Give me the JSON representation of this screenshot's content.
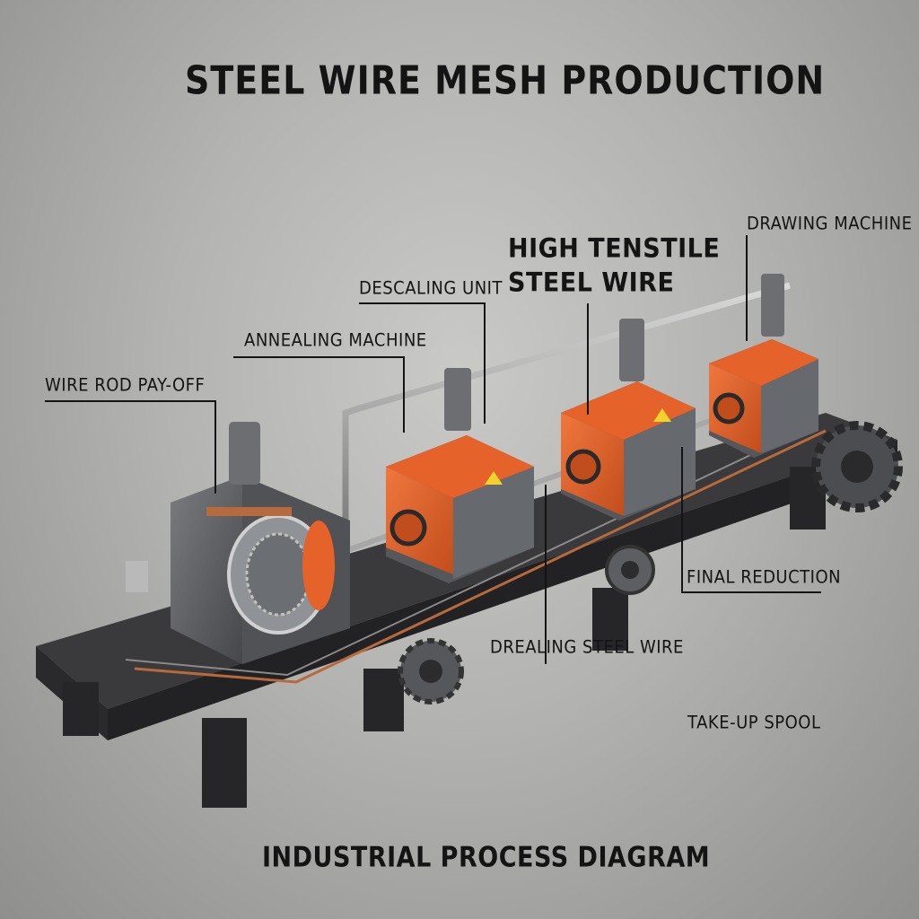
{
  "title": "STEEL WIRE MESH PRODUCTION",
  "subtitle": "INDUSTRIAL PROCESS DIAGRAM",
  "labels": {
    "wire_rod_payoff": "WIRE ROD PAY-OFF",
    "annealing_machine": "ANNEALING MACHINE",
    "descaling_unit": "DESCALING UNIT",
    "high_tensile_line1": "HIGH TENSTILE",
    "high_tensile_line2": "STEEL WIRE",
    "drawing_machine": "DRAWING MACHINE",
    "final_reduction": "FINAL REDUCTION",
    "drealing_steel_wire": "DREALING STEEL WIRE",
    "take_up_spool": "TAKE-UP SPOOL"
  },
  "colors": {
    "machine_orange": "#e5622a",
    "machine_gray": "#5d5f62",
    "platform_dark": "#2e2e30",
    "leader_line": "#141414",
    "copper_wire": "#b86a3c"
  }
}
